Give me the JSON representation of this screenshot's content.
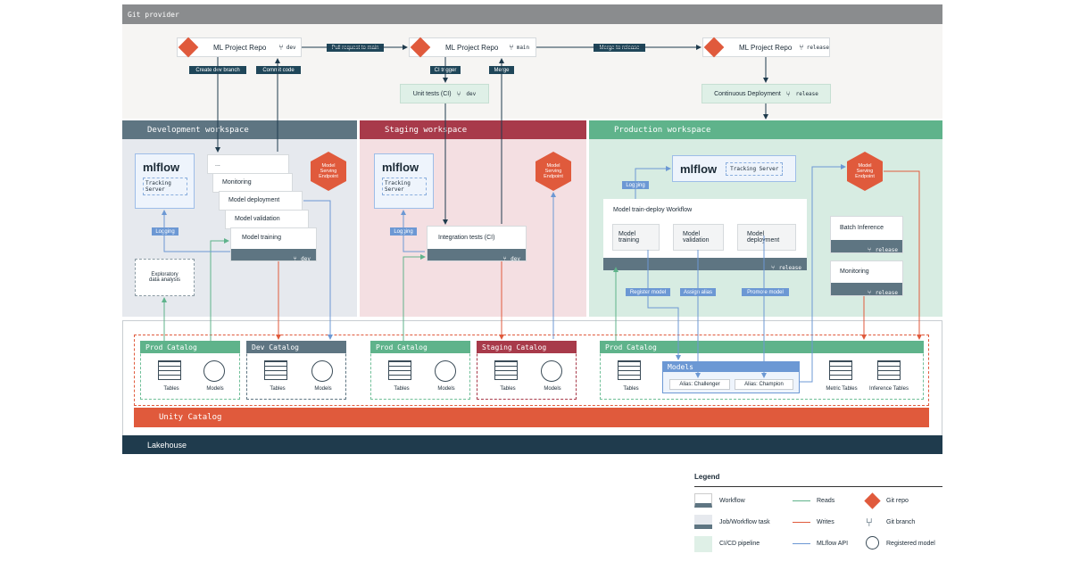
{
  "colors": {
    "accent_red": "#e05a3c",
    "navy": "#1f3b4d",
    "slate": "#5e7582",
    "green": "#5fb38b",
    "blue": "#6c98d4"
  },
  "git_provider": {
    "title": "Git provider",
    "repos": [
      {
        "label": "ML Project Repo",
        "branch": "dev"
      },
      {
        "label": "ML Project Repo",
        "branch": "main"
      },
      {
        "label": "ML Project Repo",
        "branch": "release"
      }
    ],
    "tags": {
      "create_dev_branch": "Create dev branch",
      "commit_code": "Commit code",
      "pull_request": "Pull request to main",
      "ci_trigger": "CI trigger",
      "merge": "Merge",
      "merge_release": "Merge to release"
    },
    "unit_tests": {
      "label": "Unit tests (CI)",
      "branch": "dev"
    },
    "cd": {
      "label": "Continuous Deployment",
      "branch": "release"
    }
  },
  "dev": {
    "title": "Development workspace",
    "mlflow": "mlflow",
    "tracking": "Tracking\nServer",
    "logging": "Logging",
    "stack": [
      "...",
      "Monitoring",
      "Model deployment",
      "Model validation"
    ],
    "training": "Model training",
    "branch": "dev",
    "eda": "Exploratory\ndata analysis",
    "serving": "Model\nServing\nEndpoint"
  },
  "staging": {
    "title": "Staging workspace",
    "mlflow": "mlflow",
    "tracking": "Tracking\nServer",
    "logging": "Logging",
    "integration": "Integration tests (CI)",
    "branch": "dev",
    "serving": "Model\nServing\nEndpoint"
  },
  "prod": {
    "title": "Production workspace",
    "mlflow": "mlflow",
    "tracking": "Tracking Server",
    "logging": "Logging",
    "workflow_title": "Model train-deploy Workflow",
    "steps": [
      "Model\ntraining",
      "Model\nvalidation",
      "Model\ndeployment"
    ],
    "branch": "release",
    "tags": {
      "register": "Register model",
      "alias": "Assign alias",
      "promote": "Promote model"
    },
    "batch": "Batch Inference",
    "batch_branch": "release",
    "monitoring": "Monitoring",
    "mon_branch": "release",
    "serving": "Model\nServing\nEndpoint"
  },
  "catalogs": {
    "prod1": {
      "title": "Prod Catalog",
      "a": "Tables",
      "b": "Models"
    },
    "dev": {
      "title": "Dev Catalog",
      "a": "Tables",
      "b": "Models"
    },
    "prod2": {
      "title": "Prod Catalog",
      "a": "Tables",
      "b": "Models"
    },
    "staging": {
      "title": "Staging Catalog",
      "a": "Tables",
      "b": "Models"
    },
    "prod3": {
      "title": "Prod Catalog",
      "a": "Tables",
      "models": "Models",
      "challenger": "Alias: Challenger",
      "champion": "Alias: Champion",
      "metric": "Metric Tables",
      "inference": "Inference Tables"
    }
  },
  "unity": "Unity Catalog",
  "lakehouse": "Lakehouse",
  "legend": {
    "title": "Legend",
    "items": [
      "Workflow",
      "Job/Workflow task",
      "CI/CD pipeline",
      "Reads",
      "Writes",
      "MLflow API",
      "Git repo",
      "Git branch",
      "Registered model"
    ]
  }
}
